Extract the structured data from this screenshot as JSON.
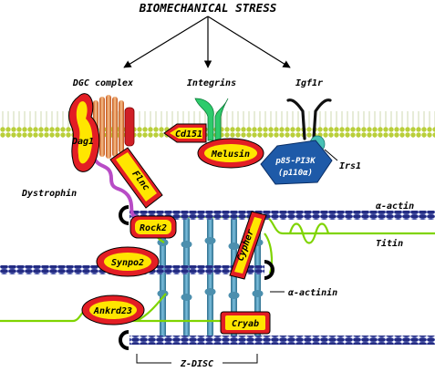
{
  "title": "BIOMECHANICAL STRESS",
  "receptors": {
    "dgc": "DGC complex",
    "integrins": "Integrins",
    "igf1r": "Igf1r"
  },
  "labels": {
    "dystrophin": "Dystrophin",
    "irs1": "Irs1",
    "alpha_actin": "α-actin",
    "titin": "Titin",
    "alpha_actinin": "α-actinin",
    "z_disc": "Z-DISC"
  },
  "proteins": {
    "dag1": "Dag1",
    "cd151": "Cd151",
    "melusin": "Melusin",
    "pi3k_line1": "p85-PI3K",
    "pi3k_line2": "(p110α)",
    "flnc": "Flnc",
    "rock2": "Rock2",
    "cypher": "Cypher",
    "synpo2": "Synpo2",
    "ankrd23": "Ankrd23",
    "cryab": "Cryab"
  },
  "colors": {
    "protein_fill": "#e31e24",
    "protein_highlight": "#ffe600",
    "membrane_head": "#b9cf3a",
    "actin": "#232b82",
    "titin": "#7fd400",
    "zdisc_rod": "#4c8fae",
    "pi3k": "#1e5aa8",
    "irs1": "#47c1b6",
    "integrin": "#2ecb6b",
    "dystrophin": "#b84cc6"
  }
}
